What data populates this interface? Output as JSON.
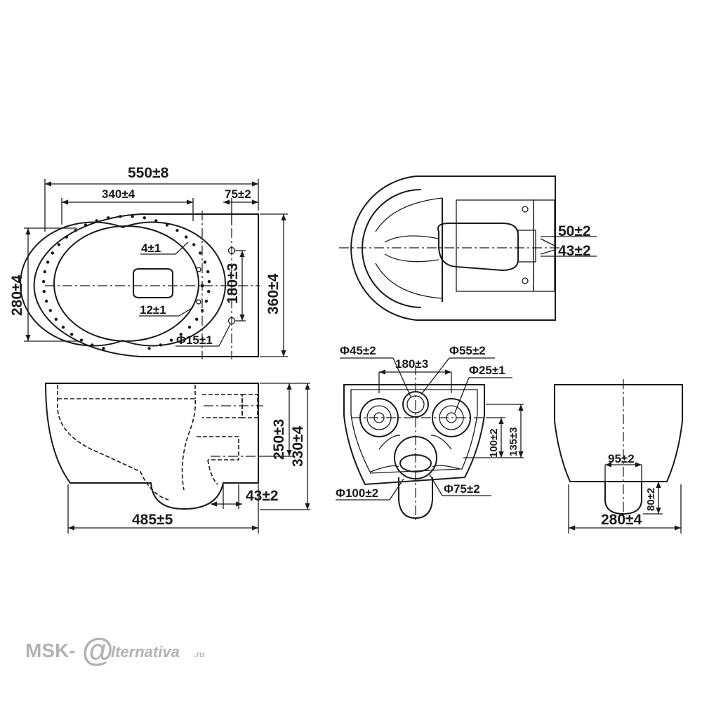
{
  "top_view": {
    "overall_length": "550±8",
    "inner_length": "340±4",
    "rear_offset": "75±2",
    "width_inner": "280±4",
    "width_outer": "360±4",
    "hole_spacing": "180±3",
    "hole_a": "4±1",
    "hole_b": "12±1",
    "mount_hole": "Φ15±1"
  },
  "bottom_view": {
    "dim_a": "50±2",
    "dim_b": "43±2"
  },
  "side_view": {
    "height_inner": "250±3",
    "height_outer": "330±4",
    "outlet_offset": "43±2",
    "depth": "485±5"
  },
  "rear_view": {
    "inlet_a": "Φ45±2",
    "inlet_b": "Φ55±2",
    "spacing": "180±3",
    "bolt_hole": "Φ25±1",
    "height_a": "100±2",
    "height_b": "135±3",
    "outlet_a": "Φ100±2",
    "outlet_b": "Φ75±2"
  },
  "front_view": {
    "outlet_width": "95±2",
    "outlet_height": "80±2",
    "width": "280±4"
  },
  "watermark": {
    "brand": "MSK-",
    "glyph": "@",
    "suffix": "lternativa",
    "domain": ".ru"
  }
}
